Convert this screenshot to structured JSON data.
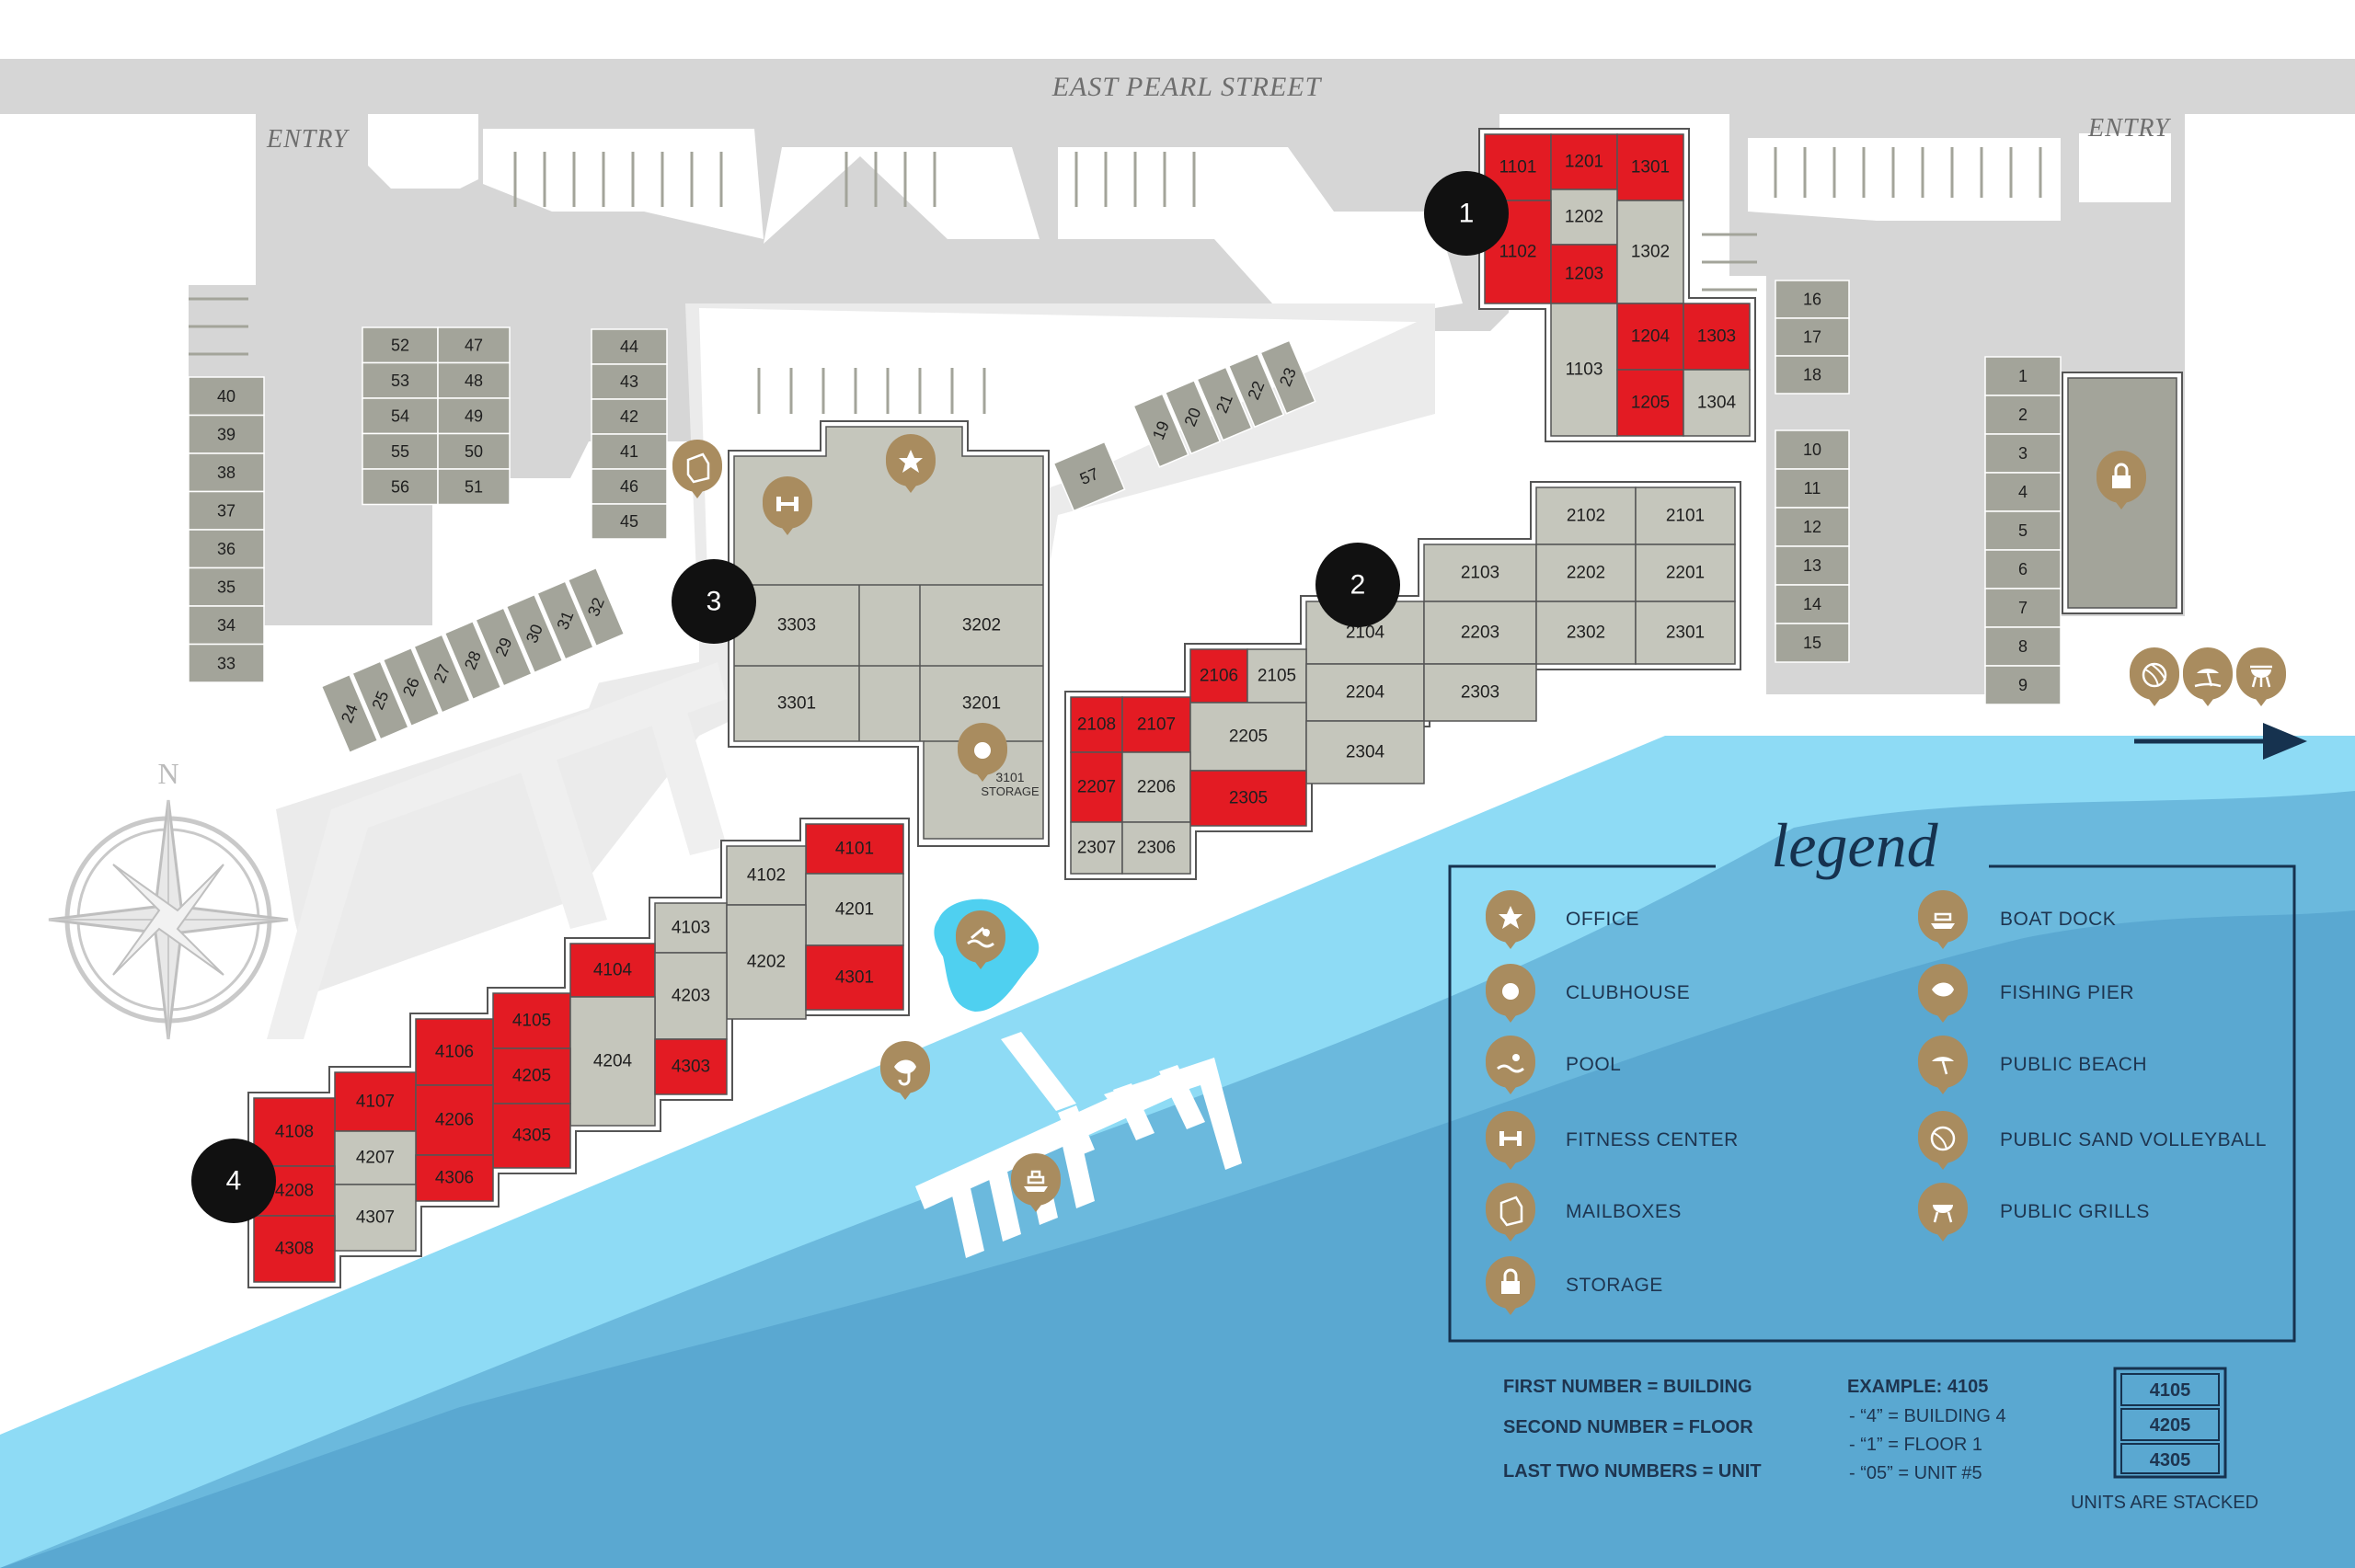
{
  "street": "EAST PEARL STREET",
  "entries": [
    "ENTRY",
    "ENTRY"
  ],
  "colors": {
    "available_red": "#e31b23",
    "unit_gray": "#c5c6bc",
    "parking_gray": "#a3a49a",
    "bronze": "#a98c5f",
    "water_light": "#8edbf5",
    "water_dark": "#5aa8d1",
    "navy": "#16324f"
  },
  "buildings": [
    {
      "number": "1",
      "units": [
        {
          "id": "1101",
          "available": true
        },
        {
          "id": "1201",
          "available": true
        },
        {
          "id": "1301",
          "available": true
        },
        {
          "id": "1202",
          "available": false
        },
        {
          "id": "1102",
          "available": true
        },
        {
          "id": "1203",
          "available": true
        },
        {
          "id": "1302",
          "available": false
        },
        {
          "id": "1103",
          "available": false
        },
        {
          "id": "1204",
          "available": true
        },
        {
          "id": "1303",
          "available": true
        },
        {
          "id": "1205",
          "available": true
        },
        {
          "id": "1304",
          "available": false
        }
      ]
    },
    {
      "number": "2",
      "units": [
        {
          "id": "2102",
          "available": false
        },
        {
          "id": "2101",
          "available": false
        },
        {
          "id": "2103",
          "available": false
        },
        {
          "id": "2202",
          "available": false
        },
        {
          "id": "2201",
          "available": false
        },
        {
          "id": "2104",
          "available": false
        },
        {
          "id": "2203",
          "available": false
        },
        {
          "id": "2302",
          "available": false
        },
        {
          "id": "2301",
          "available": false
        },
        {
          "id": "2106",
          "available": true
        },
        {
          "id": "2105",
          "available": false
        },
        {
          "id": "2204",
          "available": false
        },
        {
          "id": "2303",
          "available": false
        },
        {
          "id": "2108",
          "available": true
        },
        {
          "id": "2107",
          "available": true
        },
        {
          "id": "2205",
          "available": false
        },
        {
          "id": "2304",
          "available": false
        },
        {
          "id": "2207",
          "available": true
        },
        {
          "id": "2206",
          "available": false
        },
        {
          "id": "2305",
          "available": true
        },
        {
          "id": "2307",
          "available": false
        },
        {
          "id": "2306",
          "available": false
        }
      ]
    },
    {
      "number": "3",
      "units": [
        {
          "id": "3303",
          "available": false
        },
        {
          "id": "3202",
          "available": false
        },
        {
          "id": "3301",
          "available": false
        },
        {
          "id": "3201",
          "available": false
        }
      ],
      "storage_unit": "3101",
      "storage_label": "STORAGE"
    },
    {
      "number": "4",
      "units": [
        {
          "id": "4101",
          "available": true
        },
        {
          "id": "4102",
          "available": false
        },
        {
          "id": "4201",
          "available": false
        },
        {
          "id": "4103",
          "available": false
        },
        {
          "id": "4202",
          "available": false
        },
        {
          "id": "4104",
          "available": true
        },
        {
          "id": "4301",
          "available": true
        },
        {
          "id": "4203",
          "available": false
        },
        {
          "id": "4105",
          "available": true
        },
        {
          "id": "4106",
          "available": true
        },
        {
          "id": "4204",
          "available": false
        },
        {
          "id": "4303",
          "available": true
        },
        {
          "id": "4205",
          "available": true
        },
        {
          "id": "4107",
          "available": true
        },
        {
          "id": "4206",
          "available": true
        },
        {
          "id": "4108",
          "available": true
        },
        {
          "id": "4207",
          "available": false
        },
        {
          "id": "4305",
          "available": true
        },
        {
          "id": "4306",
          "available": true
        },
        {
          "id": "4208",
          "available": true
        },
        {
          "id": "4307",
          "available": false
        },
        {
          "id": "4308",
          "available": true
        }
      ]
    }
  ],
  "parking": {
    "left_column": [
      "40",
      "39",
      "38",
      "37",
      "36",
      "35",
      "34",
      "33"
    ],
    "grid_left": [
      "52",
      "53",
      "54",
      "55",
      "56"
    ],
    "grid_right": [
      "47",
      "48",
      "49",
      "50",
      "51"
    ],
    "center_column": [
      "44",
      "43",
      "42",
      "41",
      "46",
      "45"
    ],
    "diagonal_lower": [
      "24",
      "25",
      "26",
      "27",
      "28",
      "29",
      "30",
      "31",
      "32"
    ],
    "diagonal_upper": [
      "19",
      "20",
      "21",
      "22",
      "23"
    ],
    "single": "57",
    "right_upper": [
      "16",
      "17",
      "18"
    ],
    "right_lower": [
      "10",
      "11",
      "12",
      "13",
      "14",
      "15"
    ],
    "far_right": [
      "1",
      "2",
      "3",
      "4",
      "5",
      "6",
      "7",
      "8",
      "9"
    ]
  },
  "compass_label": "N",
  "legend": {
    "title": "legend",
    "left": [
      {
        "icon": "star-icon",
        "label": "OFFICE"
      },
      {
        "icon": "dot-icon",
        "label": "CLUBHOUSE"
      },
      {
        "icon": "swimmer-icon",
        "label": "POOL"
      },
      {
        "icon": "dumbbell-icon",
        "label": "FITNESS CENTER"
      },
      {
        "icon": "mailbox-icon",
        "label": "MAILBOXES"
      },
      {
        "icon": "lock-icon",
        "label": "STORAGE"
      }
    ],
    "right": [
      {
        "icon": "boat-icon",
        "label": "BOAT DOCK"
      },
      {
        "icon": "fish-hook-icon",
        "label": "FISHING PIER"
      },
      {
        "icon": "umbrella-icon",
        "label": "PUBLIC BEACH"
      },
      {
        "icon": "volleyball-icon",
        "label": "PUBLIC SAND VOLLEYBALL"
      },
      {
        "icon": "grill-icon",
        "label": "PUBLIC GRILLS"
      }
    ]
  },
  "notes": {
    "first": "FIRST NUMBER = BUILDING",
    "second": "SECOND NUMBER = FLOOR",
    "last": "LAST TWO NUMBERS = UNIT",
    "example_title": "EXAMPLE: 4105",
    "example_lines": [
      "- “4” = BUILDING 4",
      "- “1” = FLOOR 1",
      "- “05” = UNIT #5"
    ],
    "stack": [
      "4105",
      "4205",
      "4305"
    ],
    "stack_caption": "UNITS ARE STACKED"
  }
}
